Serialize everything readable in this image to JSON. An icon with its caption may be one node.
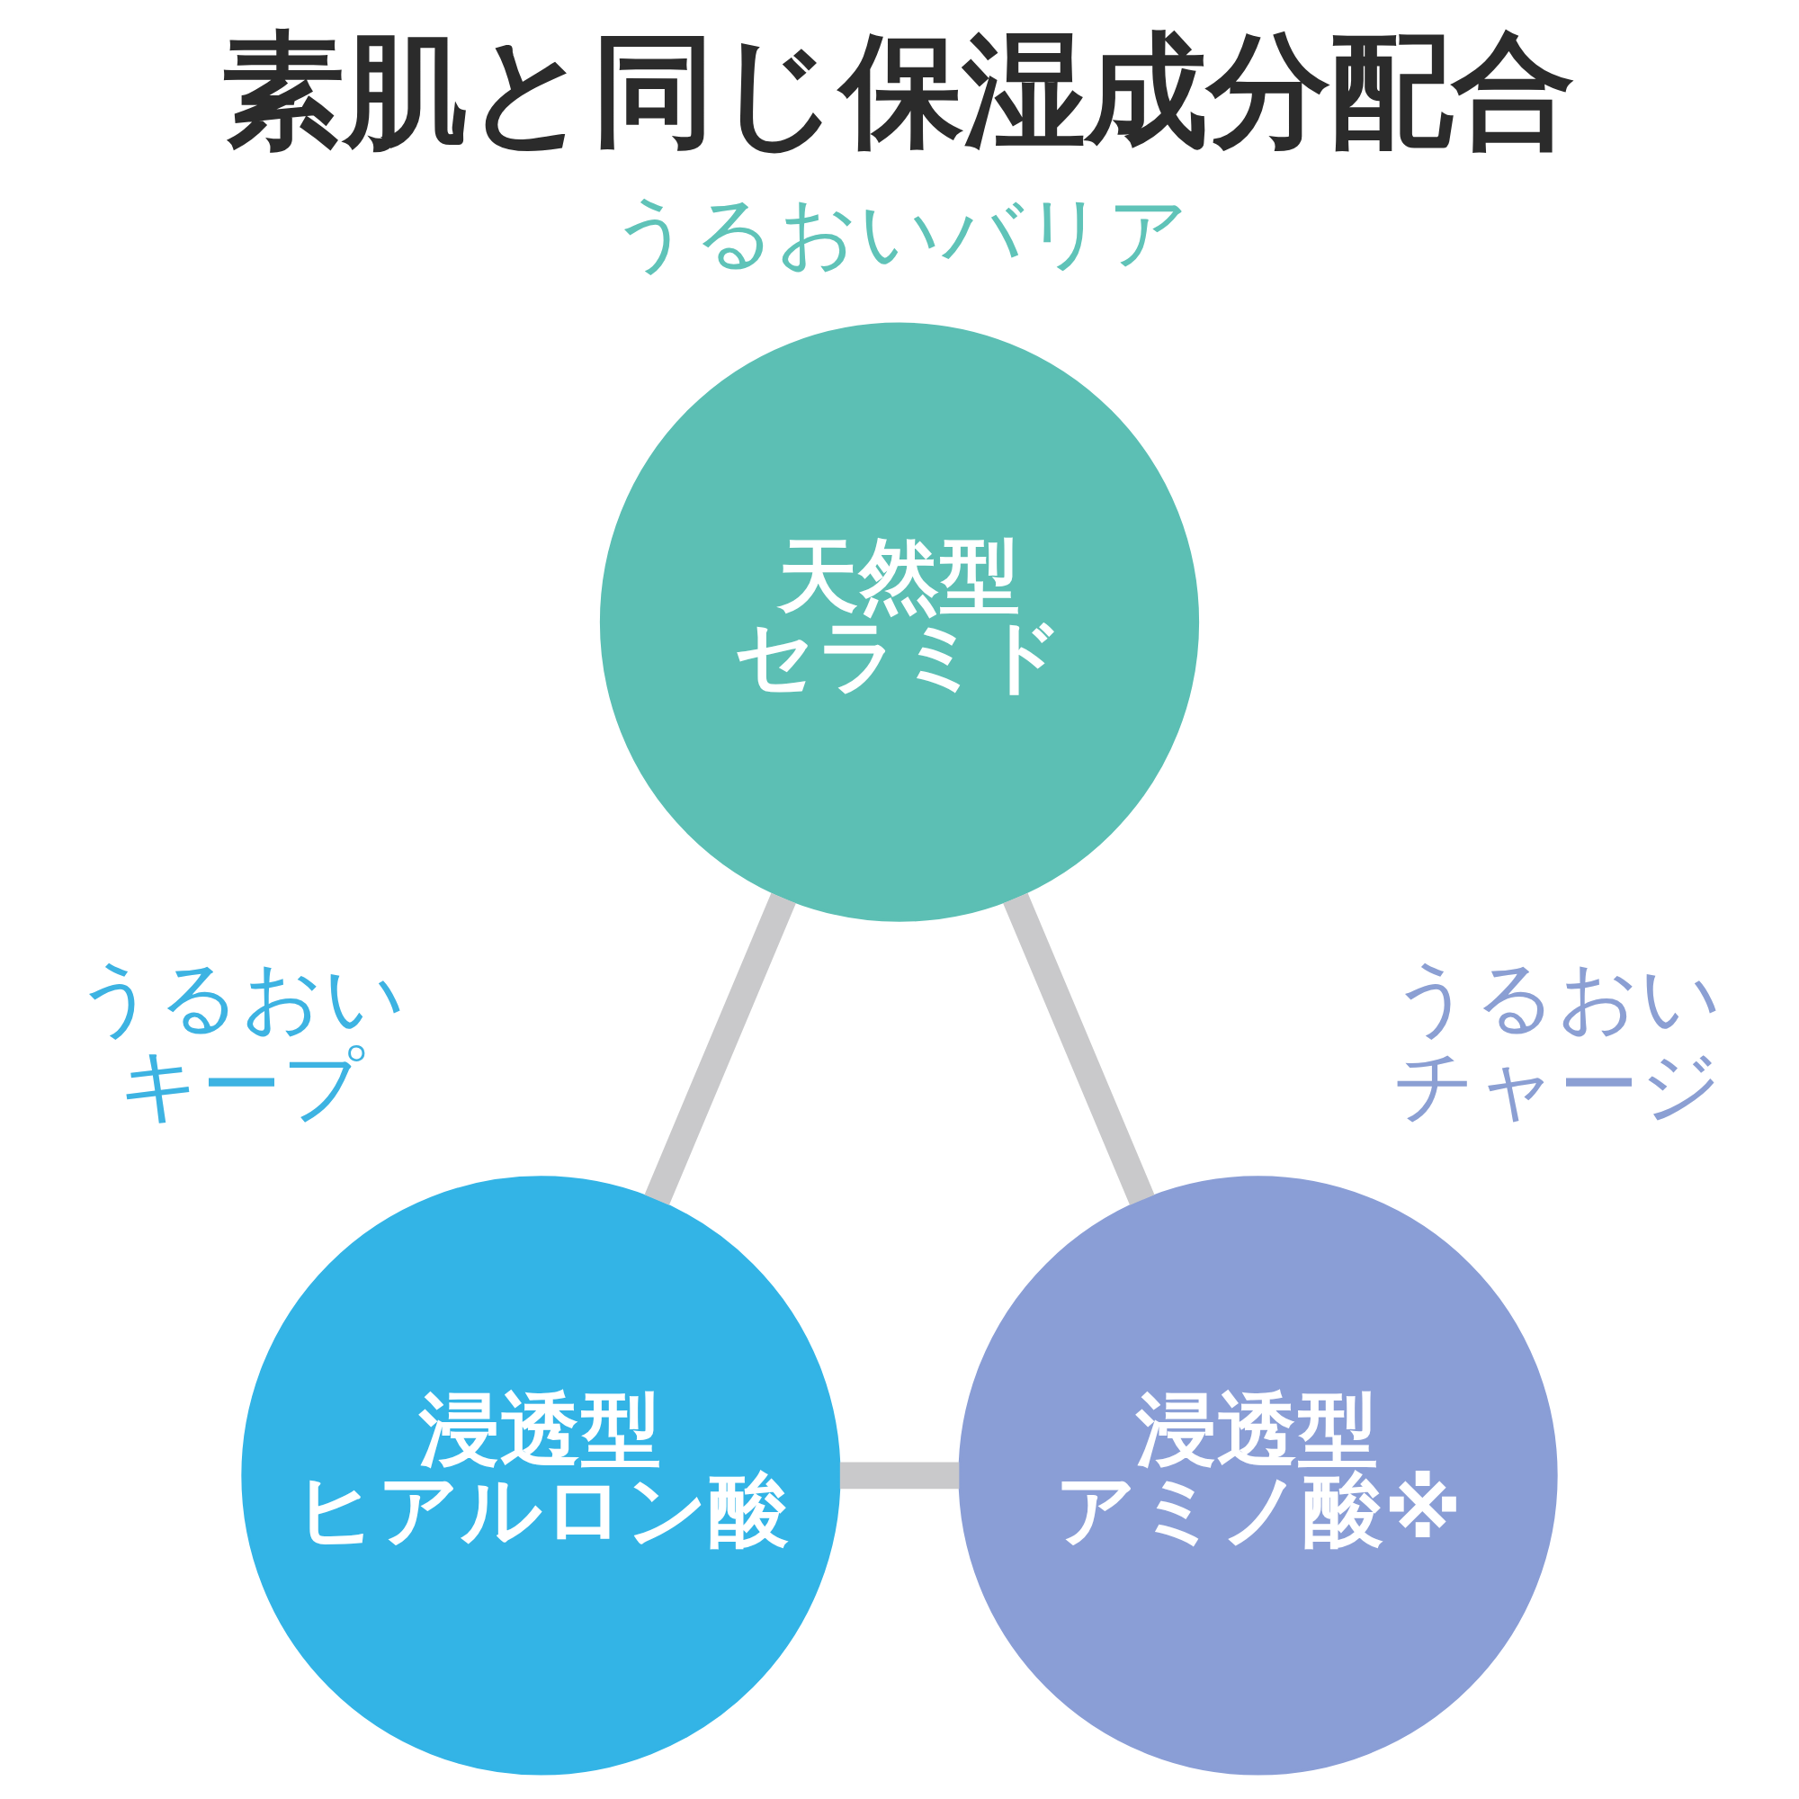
{
  "diagram": {
    "title": "素肌と同じ保湿成分配合",
    "nodes": [
      {
        "text": [
          "天然型セラミド"
        ],
        "beside": [
          "うるおいバリア"
        ]
      },
      {
        "text": [
          "浸透型ヒアルロン酸"
        ],
        "beside": [
          "うるおいキープ"
        ]
      },
      {
        "text": [
          "浸透型アミノ酸※"
        ],
        "beside": [
          "うるおいチャージ"
        ]
      }
    ],
    "edges": [
      {
        "from": 0,
        "to": 1,
        "arrow": "none"
      },
      {
        "from": 0,
        "to": 2,
        "arrow": "none"
      },
      {
        "from": 1,
        "to": 2,
        "arrow": "none"
      }
    ]
  }
}
